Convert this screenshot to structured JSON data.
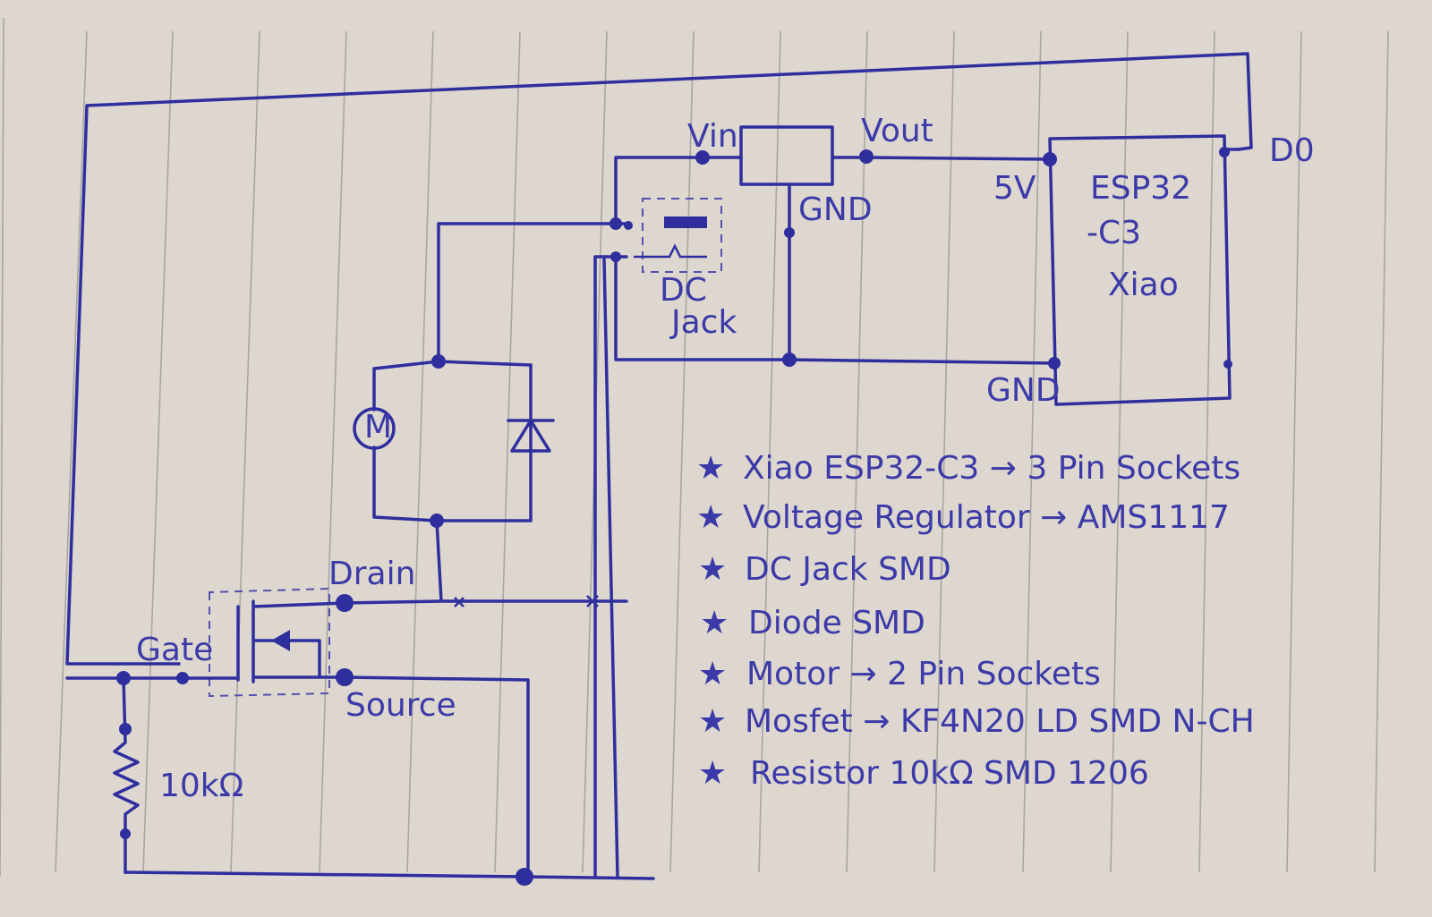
{
  "labels": {
    "vin": "Vin",
    "vout": "Vout",
    "gnd_reg": "GND",
    "five_v": "5V",
    "gnd_esp": "GND",
    "d0": "D0",
    "esp_line1": "ESP32",
    "esp_line2": "-C3",
    "esp_line3": "Xiao",
    "dc_line1": "DC",
    "dc_line2": "Jack",
    "motor": "M",
    "drain": "Drain",
    "gate": "Gate",
    "source": "Source",
    "resistor": "10kΩ"
  },
  "parts_list": [
    "Xiao ESP32-C3 → 3 Pin Sockets",
    "Voltage Regulator → AMS1117",
    "DC Jack SMD",
    "Diode SMD",
    "Motor → 2 Pin Sockets",
    "Mosfet → KF4N20 LD SMD N-CH",
    "Resistor 10kΩ SMD 1206"
  ],
  "colors": {
    "ink": "#2f2e9e",
    "paper": "#ddd7cf",
    "ruling": "#a9a5a0"
  }
}
